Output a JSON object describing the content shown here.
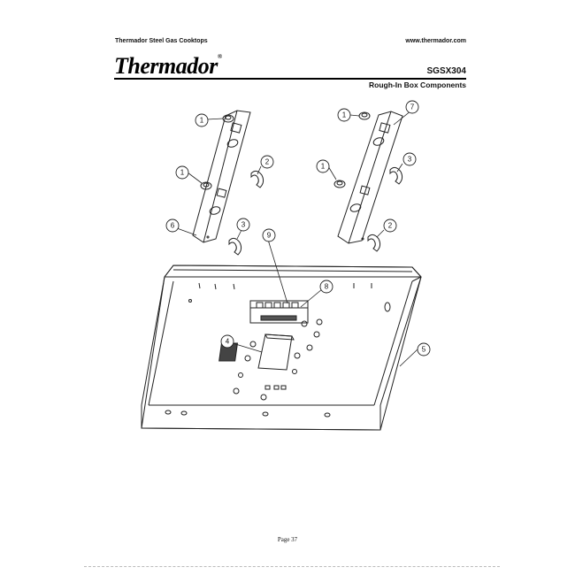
{
  "header": {
    "doc_title": "Thermador Steel Gas Cooktops",
    "website": "www.thermador.com"
  },
  "brand": {
    "logo_text": "Thermador",
    "registered_mark": "®"
  },
  "model": "SGSX304",
  "section_title": "Rough-In Box Components",
  "callouts": [
    "1",
    "1",
    "1",
    "1",
    "2",
    "2",
    "3",
    "3",
    "4",
    "5",
    "6",
    "7",
    "8",
    "9"
  ],
  "footer": {
    "page_label": "Page 37"
  }
}
